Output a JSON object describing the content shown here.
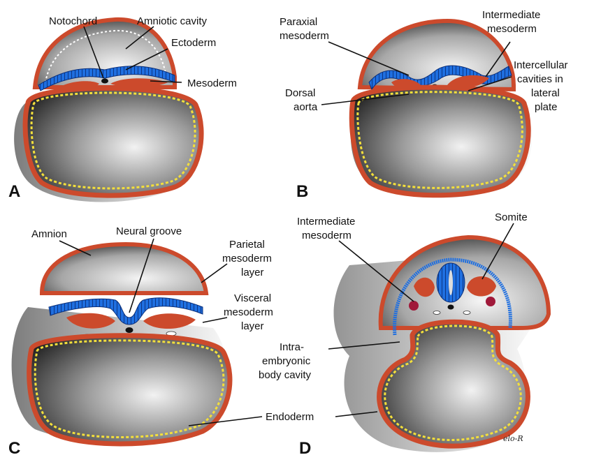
{
  "panels": [
    {
      "letter": "A"
    },
    {
      "letter": "B"
    },
    {
      "letter": "C"
    },
    {
      "letter": "D"
    }
  ],
  "labels": {
    "a_notochord": "Notochord",
    "a_amniotic_cavity": "Amniotic cavity",
    "a_ectoderm": "Ectoderm",
    "a_mesoderm": "Mesoderm",
    "b_paraxial": [
      "Paraxial",
      "mesoderm"
    ],
    "b_intermediate": [
      "Intermediate",
      "mesoderm"
    ],
    "b_intercellular": [
      "Intercellular",
      "cavities in",
      "lateral",
      "plate"
    ],
    "b_dorsal_aorta": [
      "Dorsal",
      "aorta"
    ],
    "c_amnion": "Amnion",
    "c_neural_groove": "Neural groove",
    "c_parietal": [
      "Parietal",
      "mesoderm",
      "layer"
    ],
    "c_visceral": [
      "Visceral",
      "mesoderm",
      "layer"
    ],
    "d_intermediate": [
      "Intermediate",
      "mesoderm"
    ],
    "d_somite": "Somite",
    "intra_embryonic": [
      "Intra-",
      "embryonic",
      "body cavity"
    ],
    "endoderm": "Endoderm"
  },
  "signature": "elo-R",
  "colors": {
    "ectoderm_blue": "#1f6fe0",
    "mesoderm_red": "#cc4a2c",
    "endoderm_yellow": "#f3df3c",
    "outline_dark": "#2a1a16",
    "cavity_gray": "#d6d6d6",
    "yolk_dark": "#3a3a3a"
  }
}
